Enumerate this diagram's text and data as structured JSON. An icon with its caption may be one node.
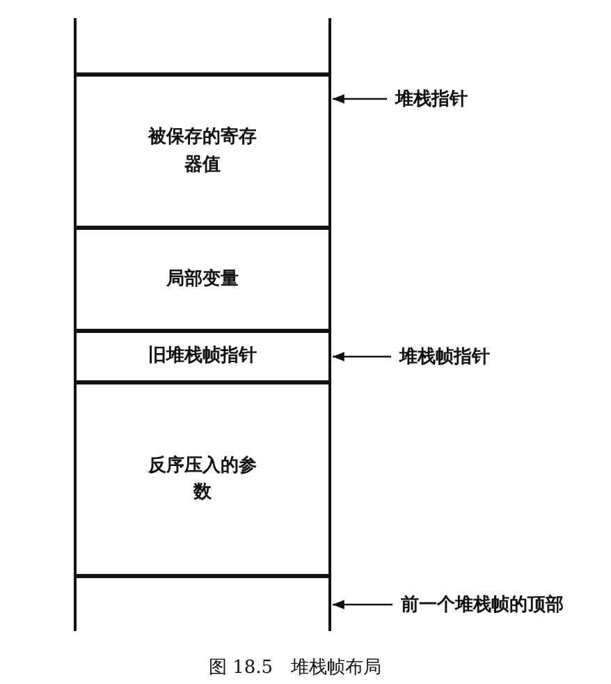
{
  "diagram": {
    "caption": "图 18.5　堆栈帧布局",
    "nodes": [
      {
        "text": [],
        "shape": "box"
      },
      {
        "text": [
          "被保存的寄存器值"
        ]
      },
      {
        "text": [
          "局部变量"
        ]
      },
      {
        "text": [
          "旧堆栈帧指针"
        ]
      },
      {
        "text": [
          "反序压入的参数"
        ]
      },
      {
        "text": [],
        "shape": "box"
      },
      {
        "text": [
          "堆栈指针"
        ]
      },
      {
        "text": [
          "堆栈帧指针"
        ]
      },
      {
        "text": [
          "前一个堆栈帧的顶部"
        ]
      }
    ],
    "edges": [
      {
        "from": 6,
        "to": 1,
        "arrow": "to"
      },
      {
        "from": 7,
        "to": 3,
        "arrow": "to"
      },
      {
        "from": 8,
        "to": 5,
        "arrow": "to"
      }
    ]
  }
}
